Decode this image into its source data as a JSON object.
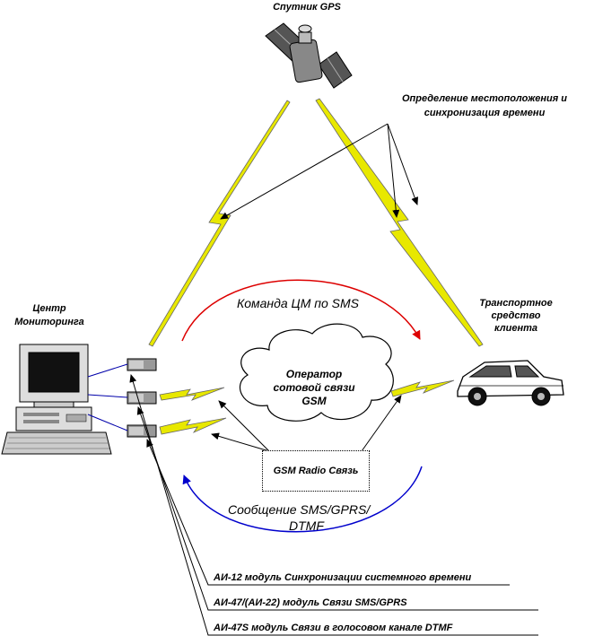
{
  "labels": {
    "satellite": "Спутник GPS",
    "positioning_line1": "Определение местоположения и",
    "positioning_line2": "синхронизация времени",
    "center_line1": "Центр",
    "center_line2": "Мониторинга",
    "vehicle_line1": "Транспортное",
    "vehicle_line2": "средство",
    "vehicle_line3": "клиента",
    "command_arc": "Команда ЦМ по SMS",
    "message_arc_line1": "Сообщение SMS/GPRS/",
    "message_arc_line2": "DTMF",
    "operator_line1": "Оператор",
    "operator_line2": "сотовой связи",
    "operator_line3": "GSM",
    "gsm_box": "GSM Radio Связь"
  },
  "modules": [
    "АИ-12 модуль Синхронизации системного времени",
    "АИ-47/(АИ-22) модуль Связи SMS/GPRS",
    "АИ-47S модуль Связи в голосовом канале DTMF"
  ],
  "colors": {
    "lightning": "#e8e800",
    "command_arc": "#dd0000",
    "message_arc": "#0000cc",
    "connector": "#0000aa"
  }
}
